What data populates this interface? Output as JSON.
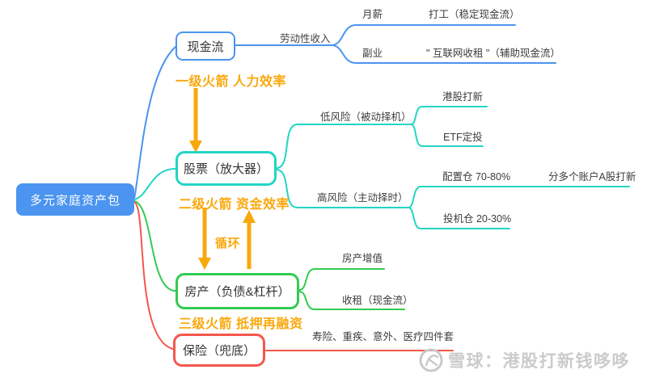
{
  "root_label": "多元家庭资产包",
  "cashflow": {
    "node_label": "现金流",
    "edge_label": "劳动性收入",
    "salary": "月薪",
    "salary_child": "打工（稳定现金流）",
    "side": "副业",
    "side_child": "\" 互联网收租 \"（辅助现金流）"
  },
  "stock": {
    "node_label": "股票（放大器）",
    "low_risk": "低风险（被动择机）",
    "hk_ipo": "港股打新",
    "etf": "ETF定投",
    "high_risk": "高风险（主动择时）",
    "allocation": "配置仓 70-80%",
    "allocation_child": "分多个账户A股打新",
    "speculation": "投机仓 20-30%"
  },
  "property": {
    "node_label": "房产（负债&杠杆）",
    "appreciation": "房产增值",
    "rent": "收租（现金流）"
  },
  "insurance": {
    "node_label": "保险（兜底）",
    "coverage": "寿险、重疾、意外、医疗四件套"
  },
  "annotations": {
    "rocket1": "一级火箭 人力效率",
    "rocket2": "二级火箭 资金效率",
    "cycle": "循环",
    "rocket3": "三级火箭  抵押再融资"
  },
  "watermark": {
    "brand": "雪球：港股打新钱哆哆"
  },
  "colors": {
    "blue": "#4B94F0",
    "teal": "#23D5C5",
    "green": "#33CB52",
    "red": "#F4574D",
    "orange": "#F9A80C",
    "watermark_gray": "#CBCBCB"
  }
}
